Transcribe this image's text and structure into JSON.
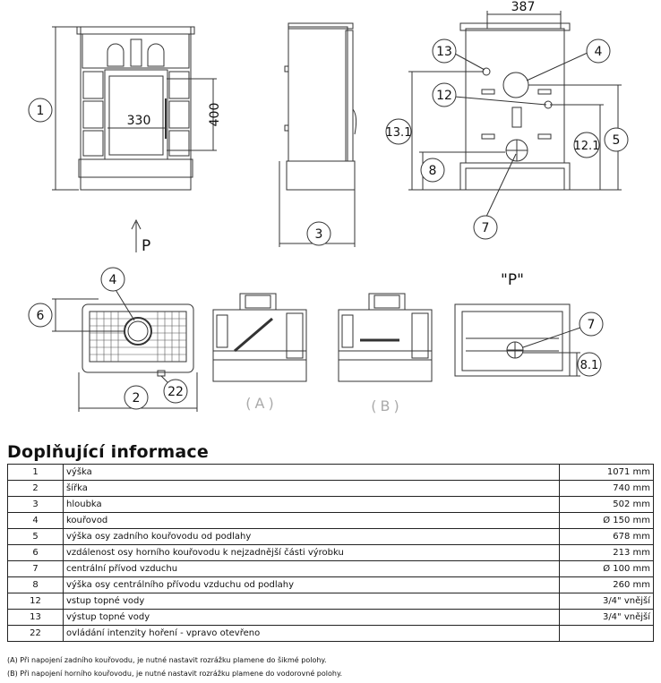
{
  "drawing": {
    "callouts": [
      "1",
      "2",
      "3",
      "4",
      "5",
      "6",
      "7",
      "8",
      "12",
      "13",
      "13.1",
      "12.1",
      "8.1",
      "22"
    ],
    "dimensions": {
      "width_inner": "330",
      "height_inner": "400",
      "top_span": "387"
    },
    "view_labels": {
      "arrow": "P",
      "back_view": "\"P\"",
      "section_a": "(A)",
      "section_b": "(B)"
    }
  },
  "section_title": "Doplňující informace",
  "specs": [
    {
      "id": "1",
      "label": "výška",
      "value": "1071 mm"
    },
    {
      "id": "2",
      "label": "šířka",
      "value": "740 mm"
    },
    {
      "id": "3",
      "label": "hloubka",
      "value": "502 mm"
    },
    {
      "id": "4",
      "label": "kouřovod",
      "value": "Ø 150 mm"
    },
    {
      "id": "5",
      "label": "výška osy zadního kouřovodu od podlahy",
      "value": "678 mm"
    },
    {
      "id": "6",
      "label": "vzdálenost osy horního kouřovodu k nejzadnější části výrobku",
      "value": "213 mm"
    },
    {
      "id": "7",
      "label": "centrální přívod vzduchu",
      "value": "Ø 100 mm"
    },
    {
      "id": "8",
      "label": "výška osy centrálního přívodu vzduchu od podlahy",
      "value": "260 mm"
    },
    {
      "id": "12",
      "label": "vstup topné vody",
      "value": "3/4\" vnější"
    },
    {
      "id": "13",
      "label": "výstup topné vody",
      "value": "3/4\" vnější"
    },
    {
      "id": "22",
      "label": "ovládání intenzity hoření - vpravo otevřeno",
      "value": ""
    }
  ],
  "notes": [
    "(A) Při napojení zadního kouřovodu, je nutné nastavit rozrážku plamene do šikmé polohy.",
    "(B) Při napojení horního kouřovodu, je nutné nastavit rozrážku plamene do vodorovné polohy."
  ]
}
